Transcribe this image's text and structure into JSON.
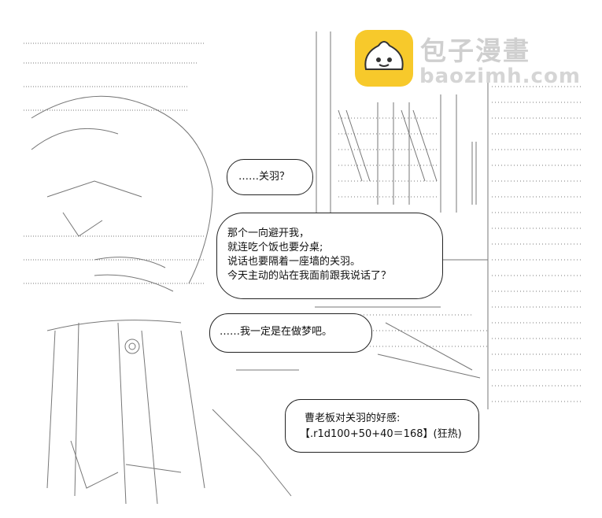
{
  "watermark": {
    "brand": "包子漫畫",
    "site": "baozimh.com",
    "logo_icon": "bun-mascot-icon"
  },
  "bubbles": {
    "b1": "……关羽？",
    "b2": [
      "那个一向避开我，",
      "就连吃个饭也要分桌;",
      "说话也要隔着一座墙的关羽。",
      "今天主动的站在我面前跟我说话了？"
    ],
    "b3": "……我一定是在做梦吧。",
    "b4_line1": "曹老板对关羽的好感:",
    "b4_line2": "【.r1d100+50+40＝168】(狂热)"
  }
}
